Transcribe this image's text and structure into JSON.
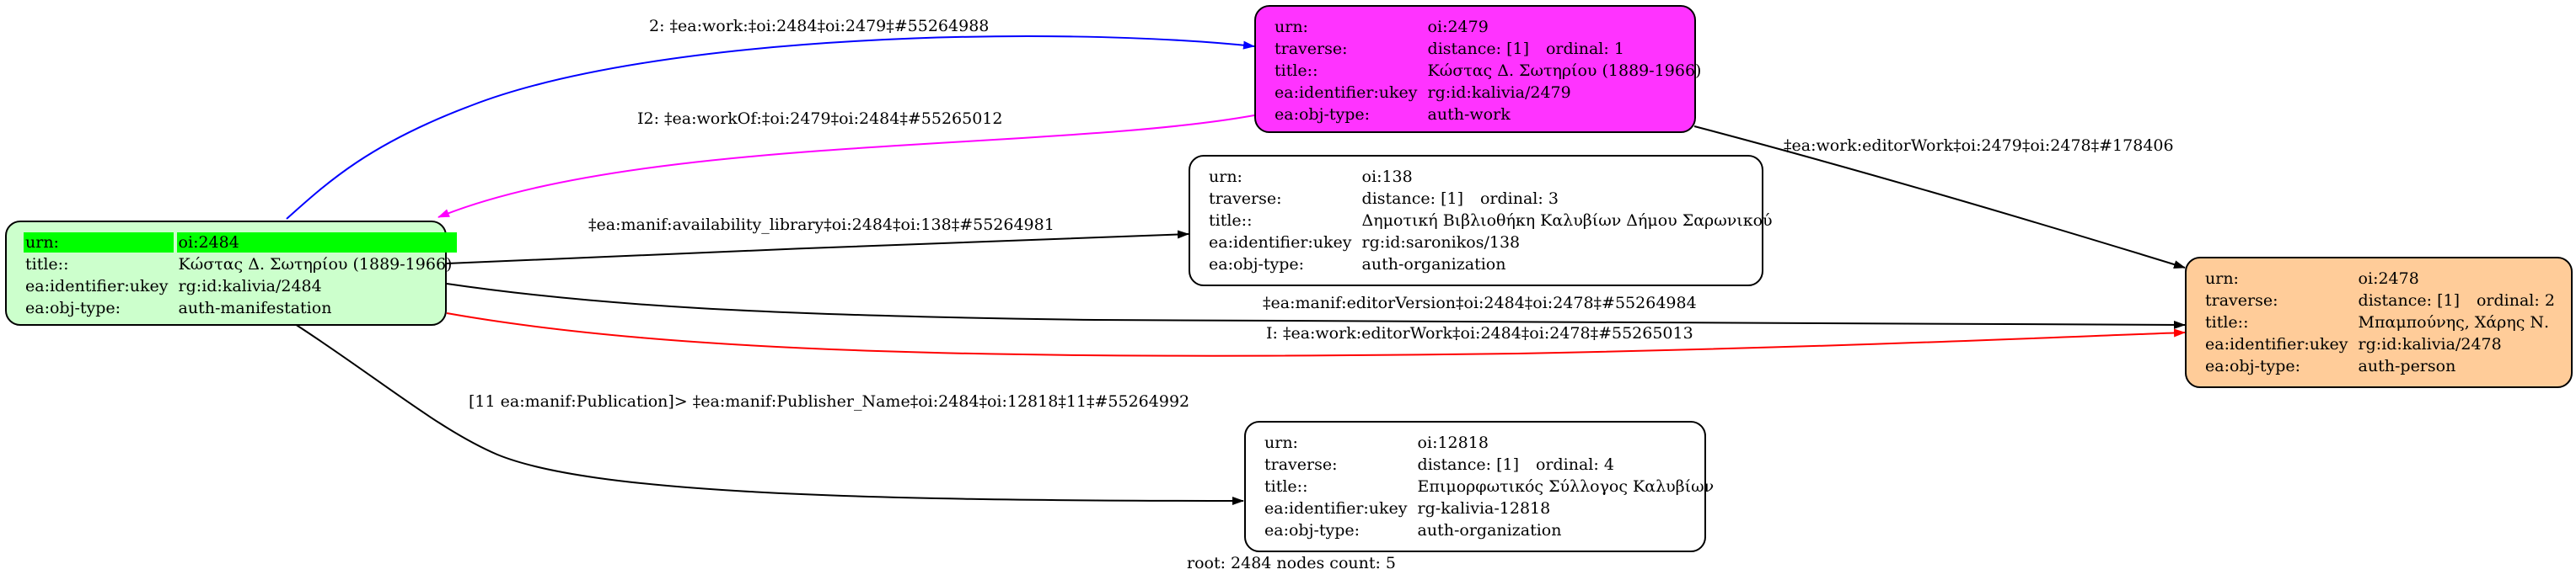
{
  "nodes": {
    "n2484": {
      "color": "#ccffcc",
      "rows": [
        {
          "k": "urn:",
          "v": "oi:2484"
        },
        {
          "k": "title::",
          "v": "Κώστας Δ. Σωτηρίου (1889-1966)"
        },
        {
          "k": "ea:identifier:ukey",
          "v": "rg:id:kalivia/2484"
        },
        {
          "k": "ea:obj-type:",
          "v": "auth-manifestation"
        }
      ]
    },
    "n2479": {
      "color": "#ff33ff",
      "rows": [
        {
          "k": "urn:",
          "v": "oi:2479"
        },
        {
          "k": "traverse:",
          "v": "distance: [1]",
          "v2": "ordinal: 1"
        },
        {
          "k": "title::",
          "v": "Κώστας Δ. Σωτηρίου (1889-1966)"
        },
        {
          "k": "ea:identifier:ukey",
          "v": "rg:id:kalivia/2479"
        },
        {
          "k": "ea:obj-type:",
          "v": "auth-work"
        }
      ]
    },
    "n138": {
      "color": "#ffffff",
      "rows": [
        {
          "k": "urn:",
          "v": "oi:138"
        },
        {
          "k": "traverse:",
          "v": "distance: [1]",
          "v2": "ordinal: 3"
        },
        {
          "k": "title::",
          "v": "Δημοτική Βιβλιοθήκη Καλυβίων Δήμου Σαρωνικού"
        },
        {
          "k": "ea:identifier:ukey",
          "v": "rg:id:saronikos/138"
        },
        {
          "k": "ea:obj-type:",
          "v": "auth-organization"
        }
      ]
    },
    "n2478": {
      "color": "#ffcc99",
      "rows": [
        {
          "k": "urn:",
          "v": "oi:2478"
        },
        {
          "k": "traverse:",
          "v": "distance: [1]",
          "v2": "ordinal: 2"
        },
        {
          "k": "title::",
          "v": "Μπαμπούνης, Χάρης Ν."
        },
        {
          "k": "ea:identifier:ukey",
          "v": "rg:id:kalivia/2478"
        },
        {
          "k": "ea:obj-type:",
          "v": "auth-person"
        }
      ]
    },
    "n12818": {
      "color": "#ffffff",
      "rows": [
        {
          "k": "urn:",
          "v": "oi:12818"
        },
        {
          "k": "traverse:",
          "v": "distance: [1]",
          "v2": "ordinal: 4"
        },
        {
          "k": "title::",
          "v": "Επιμορφωτικός Σύλλογος Καλυβίων"
        },
        {
          "k": "ea:identifier:ukey",
          "v": "rg-kalivia-12818"
        },
        {
          "k": "ea:obj-type:",
          "v": "auth-organization"
        }
      ]
    }
  },
  "edges": {
    "work": {
      "label": "2: ‡ea:work:‡oi:2484‡oi:2479‡#55264988",
      "color": "#0000ff"
    },
    "workOf": {
      "label": "I2: ‡ea:workOf:‡oi:2479‡oi:2484‡#55265012",
      "color": "#ff00ff"
    },
    "availability": {
      "label": "‡ea:manif:availability_library‡oi:2484‡oi:138‡#55264981",
      "color": "#000000"
    },
    "editorVersion": {
      "label": "‡ea:manif:editorVersion‡oi:2484‡oi:2478‡#55264984",
      "color": "#000000"
    },
    "editorWorkI": {
      "label": "I: ‡ea:work:editorWork‡oi:2484‡oi:2478‡#55265013",
      "color": "#ff0000"
    },
    "editorWork": {
      "label": "‡ea:work:editorWork‡oi:2479‡oi:2478‡#178406",
      "color": "#000000"
    },
    "publication": {
      "label": "[11 ea:manif:Publication]> ‡ea:manif:Publisher_Name‡oi:2484‡oi:12818‡11‡#55264992",
      "color": "#000000"
    }
  },
  "footer": "root: 2484 nodes count: 5"
}
